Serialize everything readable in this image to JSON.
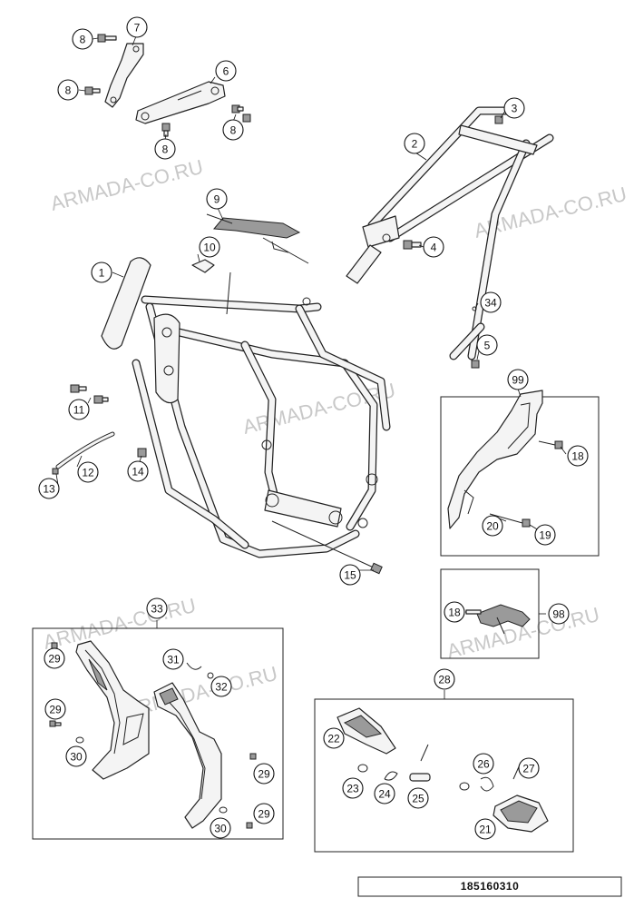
{
  "drawing_number": "185160310",
  "watermark_text": "ARMADA-CO.RU",
  "callouts": [
    {
      "id": "c8a",
      "label": "8"
    },
    {
      "id": "c7",
      "label": "7"
    },
    {
      "id": "c8b",
      "label": "8"
    },
    {
      "id": "c6",
      "label": "6"
    },
    {
      "id": "c8c",
      "label": "8"
    },
    {
      "id": "c8d",
      "label": "8"
    },
    {
      "id": "c3",
      "label": "3"
    },
    {
      "id": "c2",
      "label": "2"
    },
    {
      "id": "c9",
      "label": "9"
    },
    {
      "id": "c10",
      "label": "10"
    },
    {
      "id": "c4",
      "label": "4"
    },
    {
      "id": "c1",
      "label": "1"
    },
    {
      "id": "c34",
      "label": "34"
    },
    {
      "id": "c5",
      "label": "5"
    },
    {
      "id": "c99",
      "label": "99"
    },
    {
      "id": "c11",
      "label": "11"
    },
    {
      "id": "c18a",
      "label": "18"
    },
    {
      "id": "c12",
      "label": "12"
    },
    {
      "id": "c14",
      "label": "14"
    },
    {
      "id": "c13",
      "label": "13"
    },
    {
      "id": "c20",
      "label": "20"
    },
    {
      "id": "c19",
      "label": "19"
    },
    {
      "id": "c15",
      "label": "15"
    },
    {
      "id": "c33",
      "label": "33"
    },
    {
      "id": "c18b",
      "label": "18"
    },
    {
      "id": "c98",
      "label": "98"
    },
    {
      "id": "c29a",
      "label": "29"
    },
    {
      "id": "c31",
      "label": "31"
    },
    {
      "id": "c32",
      "label": "32"
    },
    {
      "id": "c28",
      "label": "28"
    },
    {
      "id": "c29b",
      "label": "29"
    },
    {
      "id": "c22",
      "label": "22"
    },
    {
      "id": "c30a",
      "label": "30"
    },
    {
      "id": "c26",
      "label": "26"
    },
    {
      "id": "c27",
      "label": "27"
    },
    {
      "id": "c29c",
      "label": "29"
    },
    {
      "id": "c23",
      "label": "23"
    },
    {
      "id": "c24",
      "label": "24"
    },
    {
      "id": "c25",
      "label": "25"
    },
    {
      "id": "c29d",
      "label": "29"
    },
    {
      "id": "c30b",
      "label": "30"
    },
    {
      "id": "c21",
      "label": "21"
    }
  ]
}
